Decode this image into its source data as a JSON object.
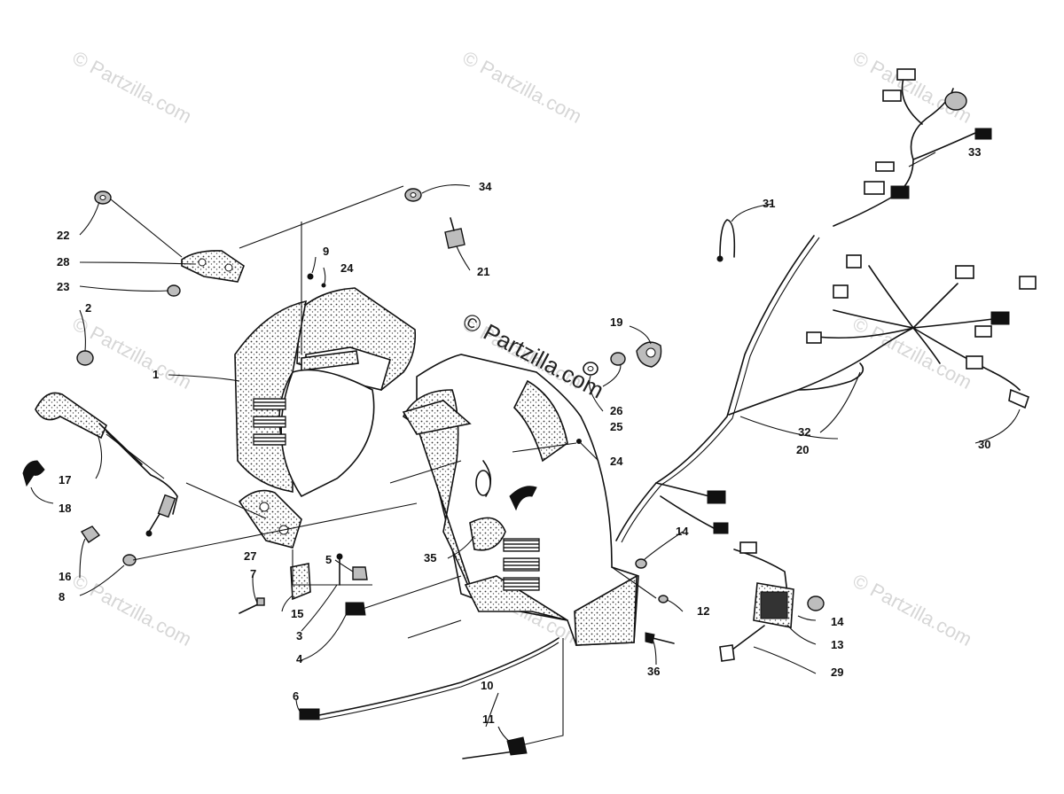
{
  "watermarks": [
    "© Partzilla.com",
    "© Partzilla.com",
    "© Partzilla.com",
    "© Partzilla.com",
    "© Partzilla.com",
    "© Partzilla.com",
    "© Partzilla.com",
    "© Partzilla.com",
    "© Partzilla.com"
  ],
  "center_watermark": "© Partzilla.com",
  "part_numbers": {
    "p1": "1",
    "p2": "2",
    "p3": "3",
    "p4": "4",
    "p5": "5",
    "p6": "6",
    "p7": "7",
    "p8": "8",
    "p9": "9",
    "p10": "10",
    "p11": "11",
    "p12": "12",
    "p13": "13",
    "p14a": "14",
    "p14b": "14",
    "p15": "15",
    "p16": "16",
    "p17": "17",
    "p18": "18",
    "p19": "19",
    "p20": "20",
    "p21": "21",
    "p22": "22",
    "p23": "23",
    "p24a": "24",
    "p24b": "24",
    "p25": "25",
    "p26": "26",
    "p27": "27",
    "p28": "28",
    "p29": "29",
    "p30": "30",
    "p31": "31",
    "p32": "32",
    "p33": "33",
    "p34": "34",
    "p35": "35",
    "p36": "36"
  }
}
